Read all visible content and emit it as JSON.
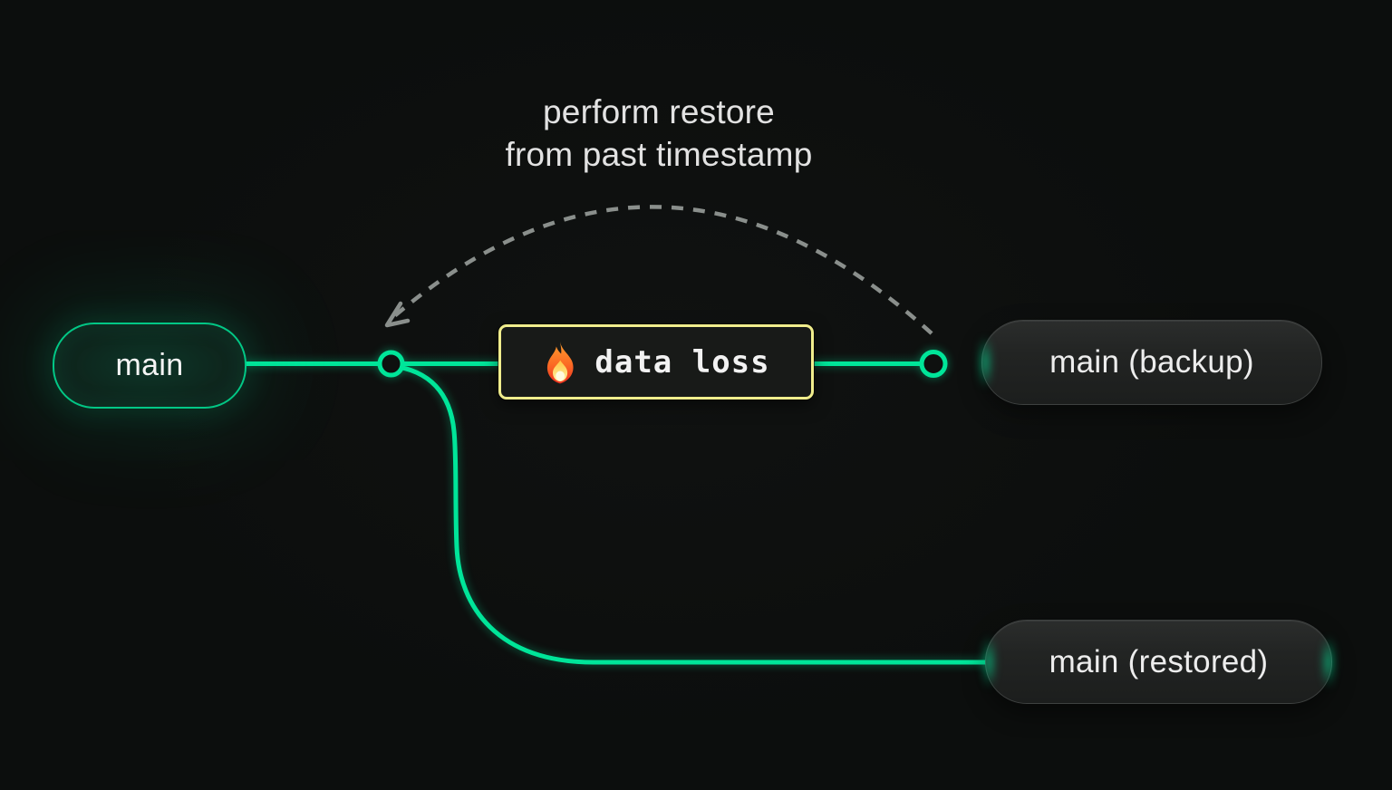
{
  "colors": {
    "green": "#00e599",
    "yellow": "#f0ed8c",
    "dash_gray": "#8a8f8c",
    "background": "#0c0e0d"
  },
  "annotation": {
    "line1": "perform restore",
    "line2": "from past timestamp"
  },
  "nodes": {
    "main": {
      "label": "main"
    },
    "backup": {
      "label": "main (backup)"
    },
    "restored": {
      "label": "main (restored)"
    },
    "event": {
      "label": "data loss",
      "icon": "fire-icon"
    }
  }
}
